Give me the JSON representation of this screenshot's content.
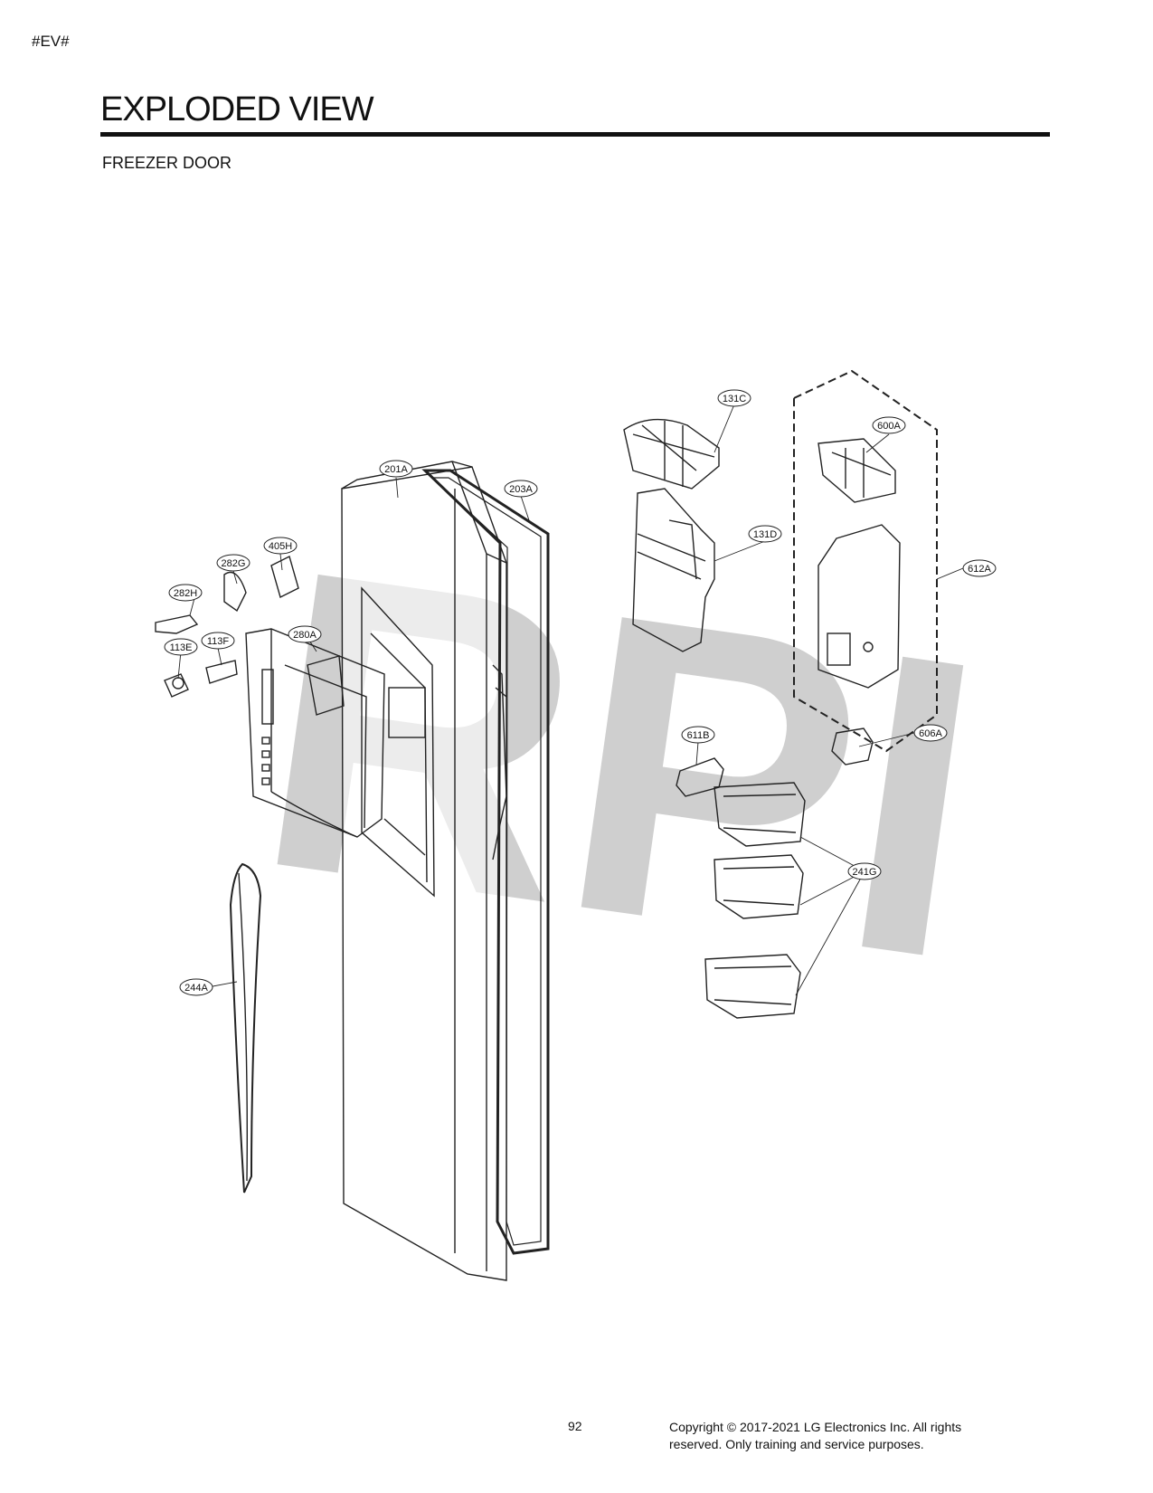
{
  "header": {
    "tag": "#EV#",
    "title": "EXPLODED VIEW",
    "subtitle": "FREEZER DOOR"
  },
  "watermark": "RPI",
  "callouts": [
    "131C",
    "600A",
    "201A",
    "203A",
    "131D",
    "612A",
    "405H",
    "282G",
    "282H",
    "280A",
    "113F",
    "113E",
    "606A",
    "611B",
    "241G",
    "244A"
  ],
  "footer": {
    "page_number": "92",
    "copyright_line1": "Copyright © 2017-2021 LG Electronics Inc. All rights",
    "copyright_line2": "reserved. Only training and service purposes."
  }
}
